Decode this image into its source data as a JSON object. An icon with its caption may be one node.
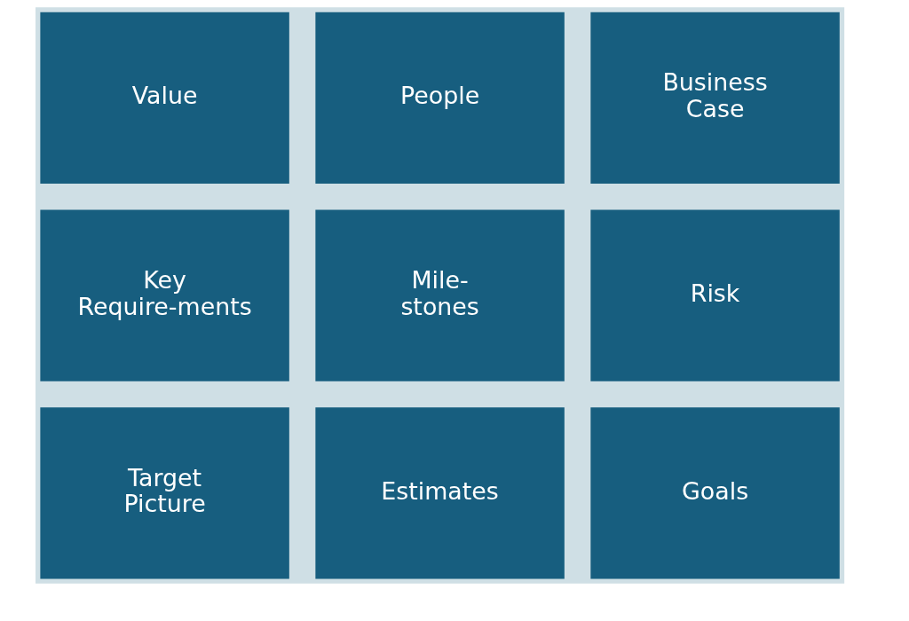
{
  "diagram": {
    "nodes": [
      {
        "text": [
          "Value"
        ]
      },
      {
        "text": [
          "People"
        ]
      },
      {
        "text": [
          "Business Case"
        ]
      },
      {
        "text": [
          "Key Require-ments"
        ]
      },
      {
        "text": [
          "Mile- stones"
        ]
      },
      {
        "text": [
          "Risk"
        ]
      },
      {
        "text": [
          "Target Picture"
        ]
      },
      {
        "text": [
          "Estimates"
        ]
      },
      {
        "text": [
          "Goals"
        ]
      }
    ]
  }
}
